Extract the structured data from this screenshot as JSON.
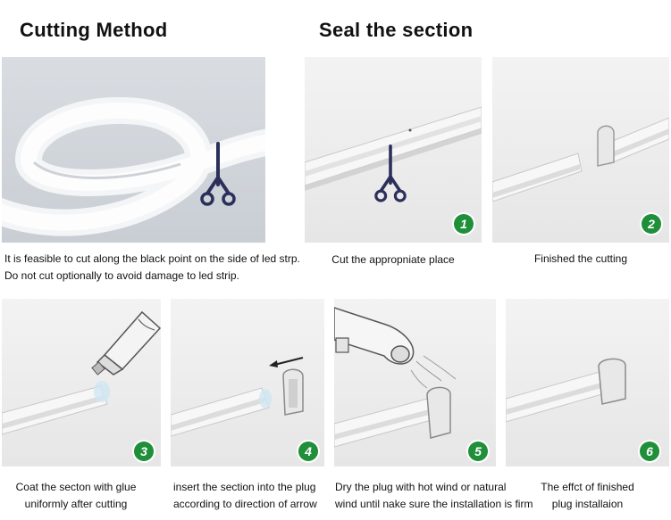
{
  "headings": {
    "cutting": "Cutting Method",
    "seal": "Seal the section"
  },
  "cutting_caption": {
    "line1": "It is feasible to cut along the black point on the side of led strp.",
    "line2": "Do not cut optionally to avoid damage to led strip."
  },
  "steps": [
    {
      "number": "1",
      "line1": "Cut the appropniate place",
      "line2": ""
    },
    {
      "number": "2",
      "line1": "Finished the cutting",
      "line2": ""
    },
    {
      "number": "3",
      "line1": "Coat the secton with glue",
      "line2": "uniformly after cutting"
    },
    {
      "number": "4",
      "line1": "insert the section into the plug",
      "line2": "according to direction of arrow"
    },
    {
      "number": "5",
      "line1": "Dry the plug with hot wind or natural",
      "line2": "wind until nake sure the installation is firm"
    },
    {
      "number": "6",
      "line1": "The effct of finished",
      "line2": "plug installaion"
    }
  ],
  "colors": {
    "badge": "#1f8f3a",
    "scissors": "#2c2f5a",
    "panel": "#ececec"
  },
  "icons": [
    "scissors-icon",
    "glue-tube-icon",
    "arrow-left-icon",
    "heat-gun-icon",
    "end-plug-icon"
  ]
}
